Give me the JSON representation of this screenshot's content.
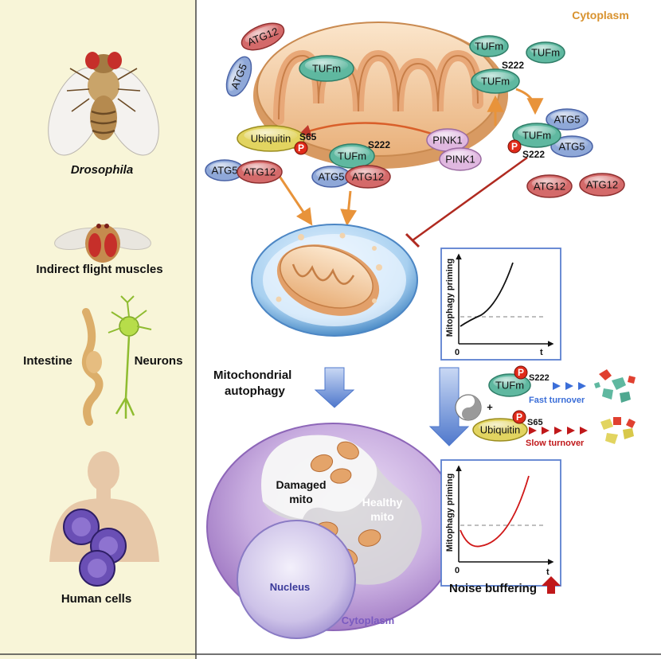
{
  "left_panel": {
    "drosophila": "Drosophila",
    "flight_muscles": "Indirect flight muscles",
    "intestine": "Intestine",
    "neurons": "Neurons",
    "human_cells": "Human cells"
  },
  "main": {
    "cytoplasm_top": "Cytoplasm",
    "cytoplasm_bottom": "Cytoplasm",
    "mito_autophagy_line1": "Mitochondrial",
    "mito_autophagy_line2": "autophagy",
    "damaged_line1": "Damaged",
    "damaged_line2": "mito",
    "healthy_line1": "Healthy",
    "healthy_line2": "mito",
    "nucleus": "Nucleus",
    "noise_buffering": "Noise buffering"
  },
  "proteins": {
    "tufm": "TUFm",
    "atg5": "ATG5",
    "atg12": "ATG12",
    "ubiquitin": "Ubiquitin",
    "pink1": "PINK1",
    "phospho": "P",
    "s222": "S222",
    "s65": "S65"
  },
  "turnover": {
    "plus": "+",
    "fast": "Fast turnover",
    "slow": "Slow turnover"
  },
  "plots": [
    {
      "ylabel": "Mitophagy priming",
      "x_origin": "0",
      "x_end": "t",
      "curve_color": "#111111"
    },
    {
      "ylabel": "Mitophagy priming",
      "x_origin": "0",
      "x_end": "t",
      "curve_color": "#d01818"
    }
  ],
  "colors": {
    "left_bg": "#f8f5d8",
    "tufm": "#5fb8a0",
    "atg5": "#8fa8d8",
    "atg12": "#d46a6a",
    "ubiquitin": "#e2d460",
    "pink1": "#e0b8e0",
    "phospho": "#e02b1a",
    "arrow_orange": "#e8933a",
    "arrow_blue": "#5b7fcf",
    "inhibit_red": "#b02a20",
    "cell_purple": "#a57fc8"
  }
}
